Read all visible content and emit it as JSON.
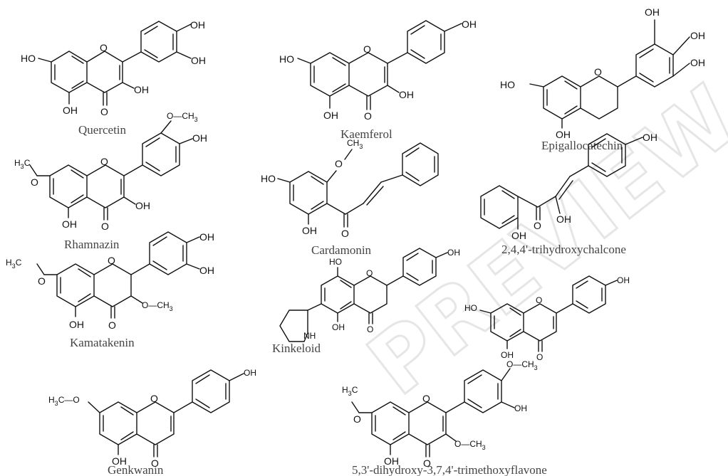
{
  "compounds": [
    {
      "id": "quercetin",
      "name": "Quercetin"
    },
    {
      "id": "kaemferol",
      "name": "Kaemferol"
    },
    {
      "id": "epigallocatechin",
      "name": "Epigallocatechin"
    },
    {
      "id": "rhamnazin",
      "name": "Rhamnazin"
    },
    {
      "id": "cardamonin",
      "name": "Cardamonin"
    },
    {
      "id": "trihydroxychalcone",
      "name": "2,4,4'-trihydroxychalcone"
    },
    {
      "id": "kamatakenin",
      "name": "Kamatakenin"
    },
    {
      "id": "kinkeloid",
      "name": "Kinkeloid"
    },
    {
      "id": "genkwanin",
      "name": "Genkwanin"
    },
    {
      "id": "trimethoxyflavone",
      "name": "5,3'-dihydroxy-3,7,4'-trimethoxyflavone"
    }
  ],
  "labels": {
    "oh": "OH",
    "ho": "HO",
    "o": "O",
    "nh": "NH",
    "och3": "O—CH",
    "ch3": "CH",
    "h3c": "H",
    "c": "C",
    "sub3": "3"
  },
  "watermark": "PREVIEW"
}
